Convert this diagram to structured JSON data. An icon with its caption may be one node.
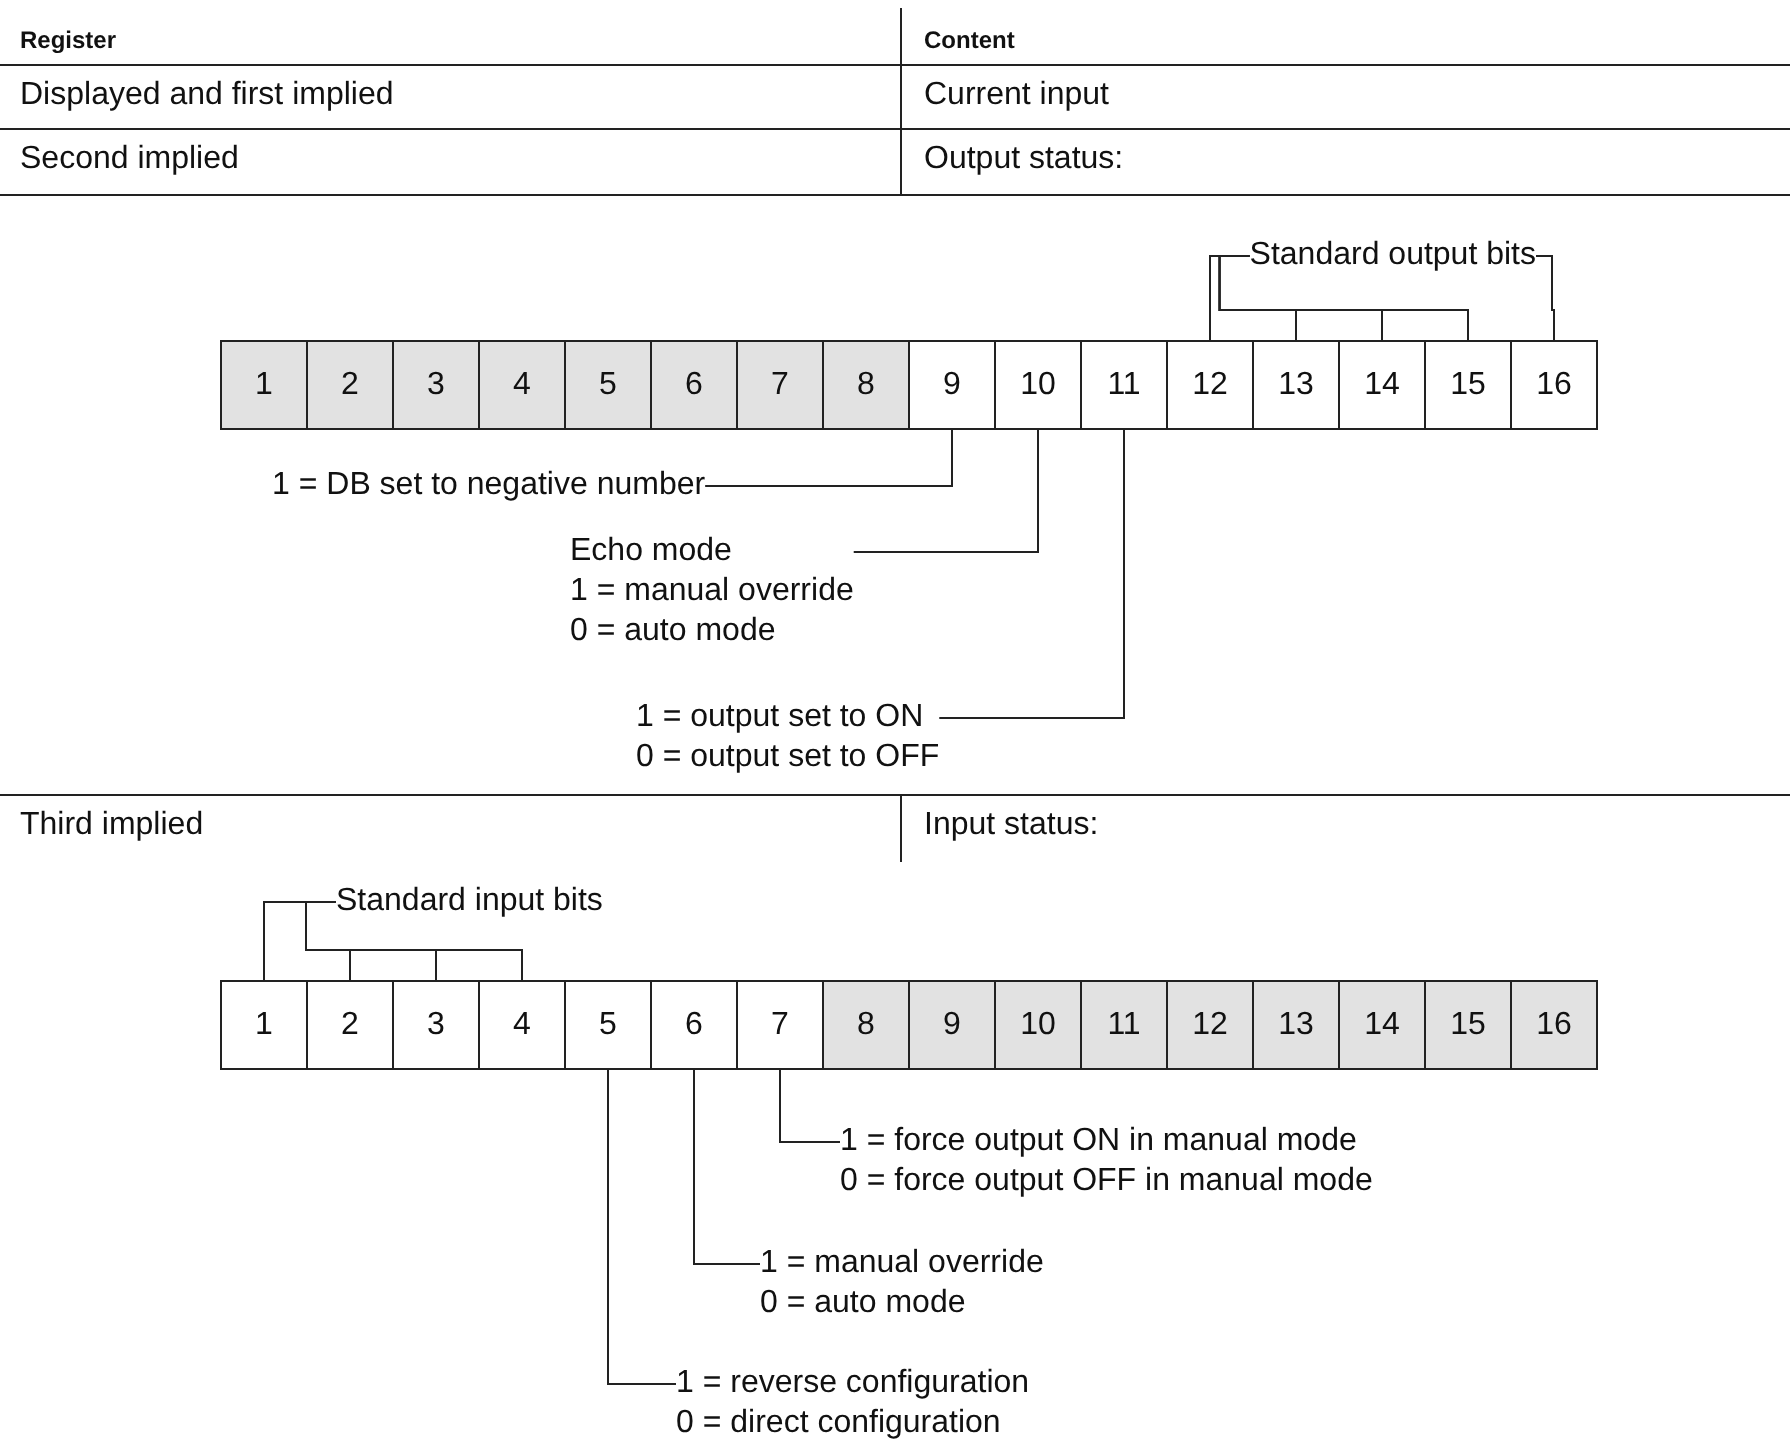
{
  "diagram": {
    "nodes": [
      {
        "text": [
          "1"
        ]
      },
      {
        "text": [
          "2"
        ]
      },
      {
        "text": [
          "3"
        ]
      },
      {
        "text": [
          "4"
        ]
      },
      {
        "text": [
          "5"
        ]
      },
      {
        "text": [
          "6"
        ]
      },
      {
        "text": [
          "7"
        ]
      },
      {
        "text": [
          "8"
        ]
      },
      {
        "text": [
          "9"
        ]
      },
      {
        "text": [
          "10"
        ]
      },
      {
        "text": [
          "11"
        ]
      },
      {
        "text": [
          "12"
        ]
      },
      {
        "text": [
          "13"
        ]
      },
      {
        "text": [
          "14"
        ]
      },
      {
        "text": [
          "15"
        ]
      },
      {
        "text": [
          "16"
        ]
      },
      {
        "text": [
          "Standard output bits"
        ]
      },
      {
        "text": [
          "1 = DB set to negative number"
        ]
      },
      {
        "text": [
          "Echo mode",
          "1 = manual override",
          "0 = auto mode"
        ]
      },
      {
        "text": [
          "1 = output set to ON",
          "0 = output set to OFF"
        ]
      },
      {
        "text": [
          "1"
        ]
      },
      {
        "text": [
          "2"
        ]
      },
      {
        "text": [
          "3"
        ]
      },
      {
        "text": [
          "4"
        ]
      },
      {
        "text": [
          "5"
        ]
      },
      {
        "text": [
          "6"
        ]
      },
      {
        "text": [
          "7"
        ]
      },
      {
        "text": [
          "8"
        ]
      },
      {
        "text": [
          "9"
        ]
      },
      {
        "text": [
          "10"
        ]
      },
      {
        "text": [
          "11"
        ]
      },
      {
        "text": [
          "12"
        ]
      },
      {
        "text": [
          "13"
        ]
      },
      {
        "text": [
          "14"
        ]
      },
      {
        "text": [
          "15"
        ]
      },
      {
        "text": [
          "16"
        ]
      },
      {
        "text": [
          "Standard input bits"
        ]
      },
      {
        "text": [
          "1 = force output ON in manual mode",
          "0 = force output OFF in manual mode"
        ]
      },
      {
        "text": [
          "1 = manual override",
          "0 = auto mode"
        ]
      },
      {
        "text": [
          "1 = reverse configuration",
          "0 = direct configuration"
        ]
      }
    ],
    "edges": [
      {
        "from": 16,
        "to": 11,
        "arrow": "none"
      },
      {
        "from": 16,
        "to": 12,
        "arrow": "none"
      },
      {
        "from": 16,
        "to": 13,
        "arrow": "none"
      },
      {
        "from": 16,
        "to": 14,
        "arrow": "none"
      },
      {
        "from": 16,
        "to": 15,
        "arrow": "none"
      },
      {
        "from": 17,
        "to": 8,
        "arrow": "none"
      },
      {
        "from": 18,
        "to": 9,
        "arrow": "none"
      },
      {
        "from": 19,
        "to": 10,
        "arrow": "none"
      },
      {
        "from": 36,
        "to": 20,
        "arrow": "none"
      },
      {
        "from": 36,
        "to": 21,
        "arrow": "none"
      },
      {
        "from": 36,
        "to": 22,
        "arrow": "none"
      },
      {
        "from": 36,
        "to": 23,
        "arrow": "none"
      },
      {
        "from": 37,
        "to": 26,
        "arrow": "none"
      },
      {
        "from": 38,
        "to": 25,
        "arrow": "none"
      },
      {
        "from": 39,
        "to": 24,
        "arrow": "none"
      }
    ],
    "labels": [
      "Register",
      "Content",
      "Displayed and first implied",
      "Current input",
      "Second implied",
      "Output status:",
      "Third implied",
      "Input status:"
    ]
  }
}
